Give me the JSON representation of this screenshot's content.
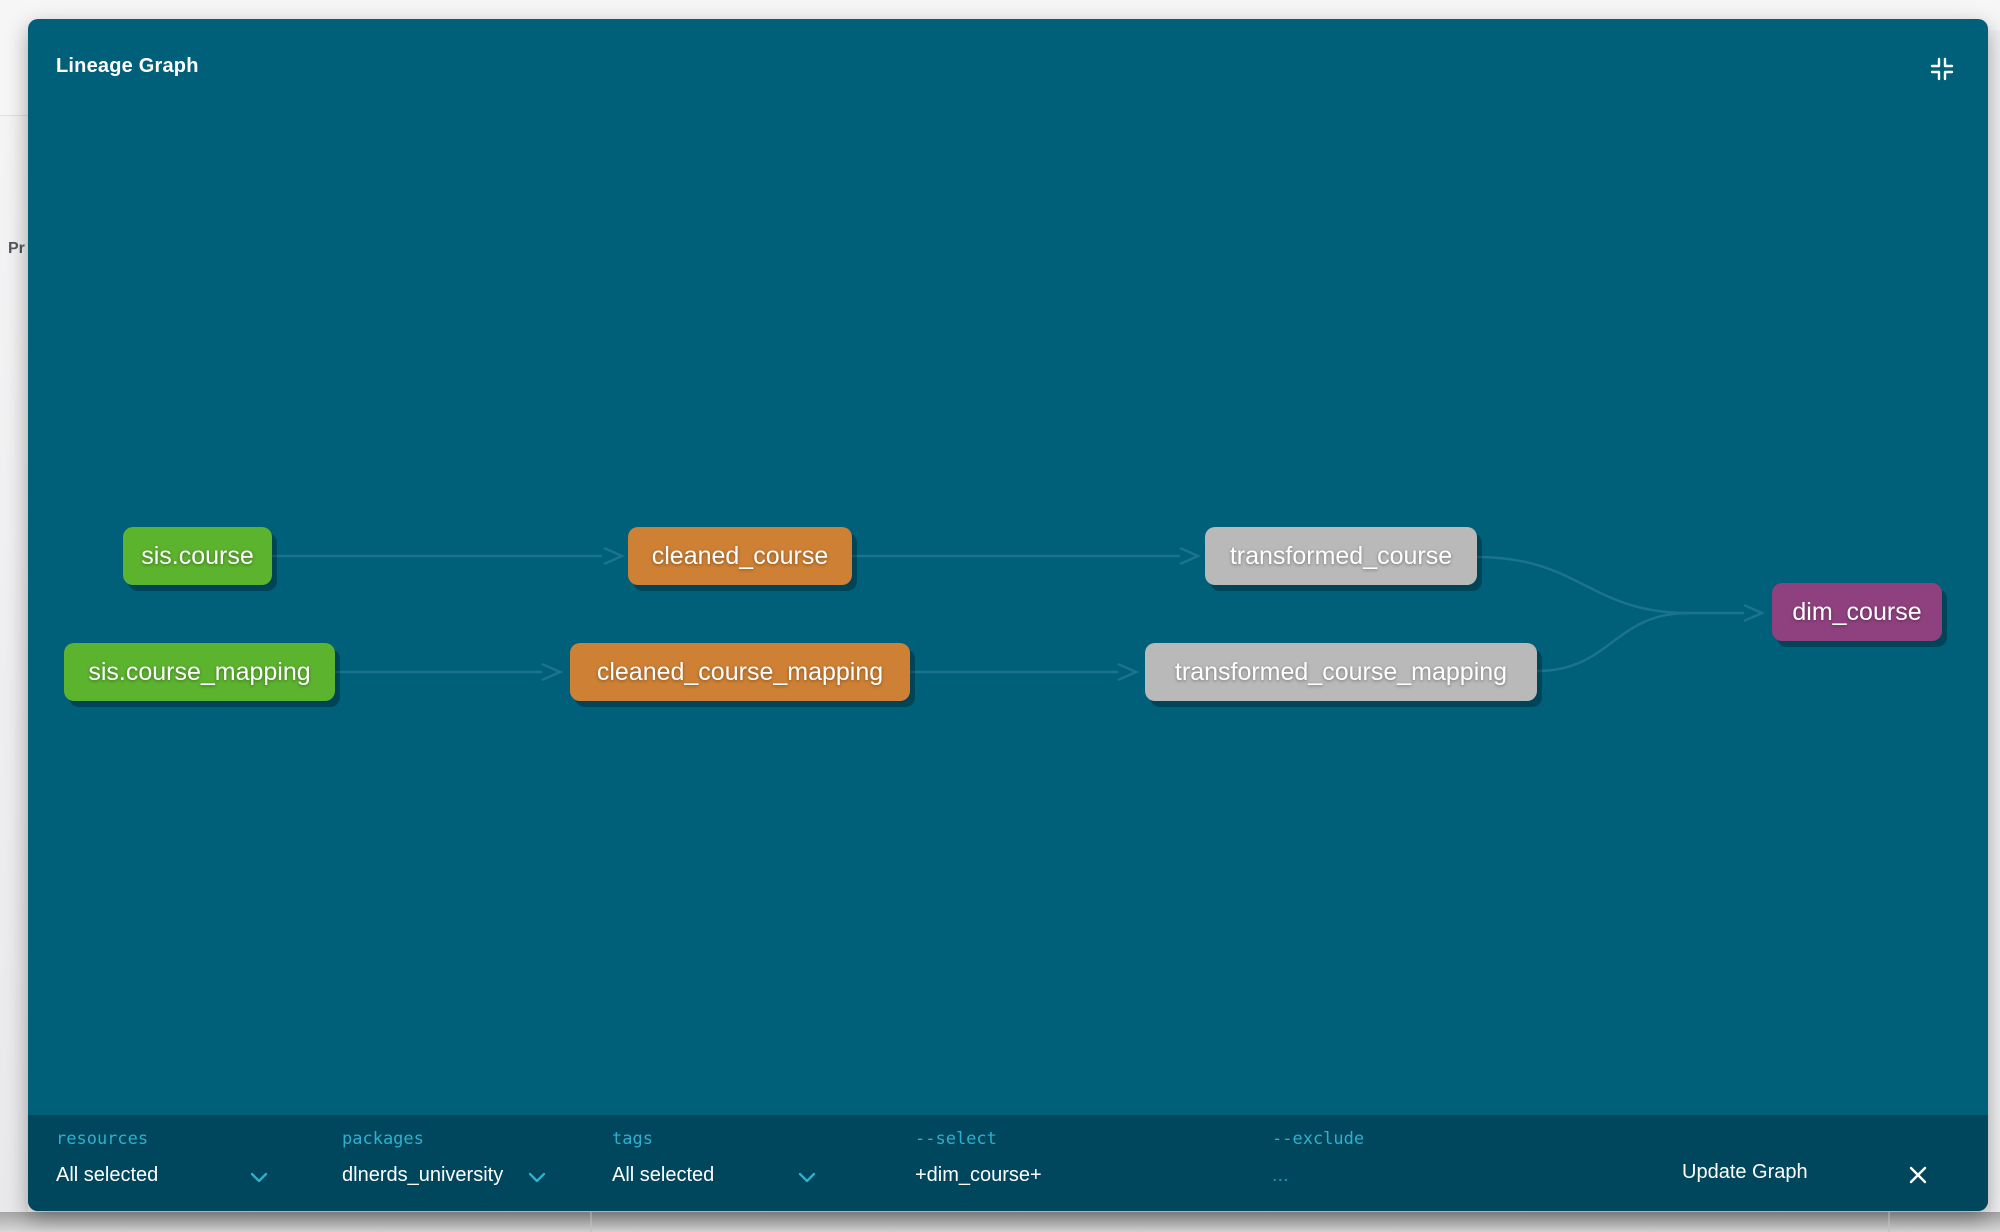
{
  "window": {
    "title": "Lineage Graph"
  },
  "background": {
    "clipped_text": "Pr"
  },
  "graph": {
    "background_color": "#005F79",
    "edge_color": "#1B7390",
    "nodes": [
      {
        "label": "sis.course",
        "type": "source",
        "color": "#5CB32E"
      },
      {
        "label": "sis.course_mapping",
        "type": "source",
        "color": "#5CB32E"
      },
      {
        "label": "cleaned_course",
        "type": "staging-model",
        "color": "#CE8034"
      },
      {
        "label": "cleaned_course_mapping",
        "type": "staging-model",
        "color": "#CE8034"
      },
      {
        "label": "transformed_course",
        "type": "intermediate-model",
        "color": "#B9B9B9"
      },
      {
        "label": "transformed_course_mapping",
        "type": "intermediate-model",
        "color": "#B9B9B9"
      },
      {
        "label": "dim_course",
        "type": "mart-model",
        "color": "#8F417F"
      }
    ],
    "edges": [
      {
        "from": "sis.course",
        "to": "cleaned_course"
      },
      {
        "from": "sis.course_mapping",
        "to": "cleaned_course_mapping"
      },
      {
        "from": "cleaned_course",
        "to": "transformed_course"
      },
      {
        "from": "cleaned_course_mapping",
        "to": "transformed_course_mapping"
      },
      {
        "from": "transformed_course",
        "to": "dim_course"
      },
      {
        "from": "transformed_course_mapping",
        "to": "dim_course"
      }
    ]
  },
  "footer": {
    "background_color": "#00465C",
    "accent_color": "#2FB0CF",
    "filters": [
      {
        "label": "resources",
        "value": "All selected"
      },
      {
        "label": "packages",
        "value": "dlnerds_university"
      },
      {
        "label": "tags",
        "value": "All selected"
      },
      {
        "label": "--select",
        "value": "+dim_course+"
      },
      {
        "label": "--exclude",
        "value": "..."
      }
    ],
    "update_button_label": "Update Graph"
  }
}
